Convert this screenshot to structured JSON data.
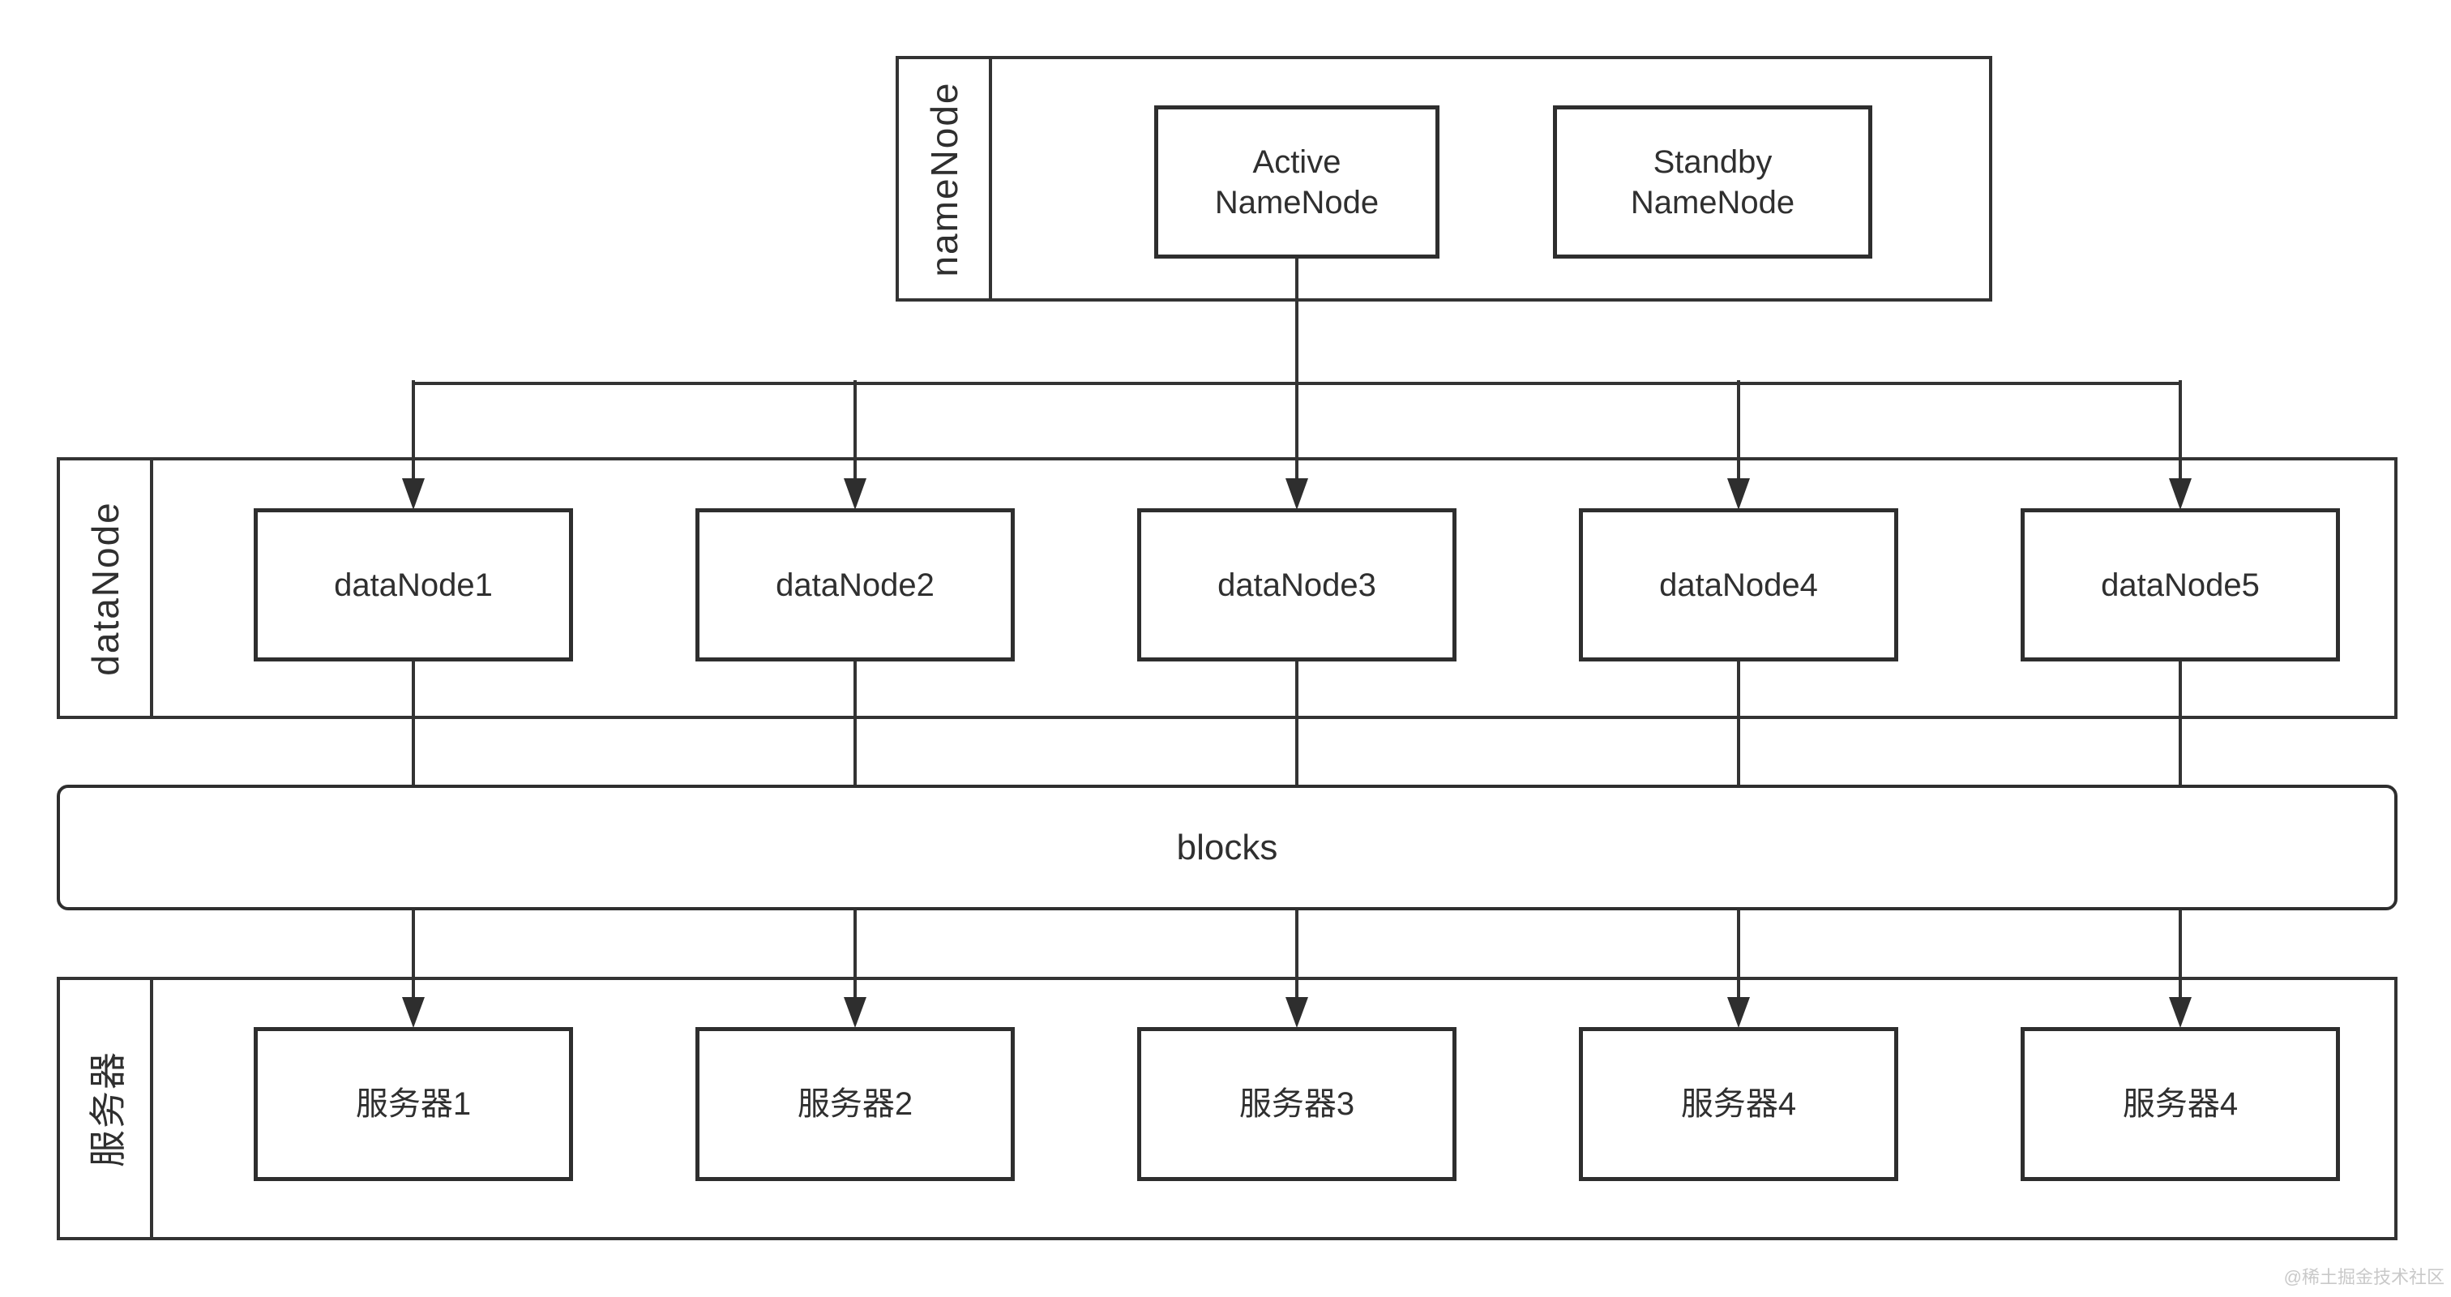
{
  "diagram": {
    "namenode_group": {
      "label": "nameNode",
      "nodes": [
        {
          "label": "Active\nNameNode"
        },
        {
          "label": "Standby\nNameNode"
        }
      ]
    },
    "datanode_group": {
      "label": "dataNode",
      "nodes": [
        {
          "label": "dataNode1"
        },
        {
          "label": "dataNode2"
        },
        {
          "label": "dataNode3"
        },
        {
          "label": "dataNode4"
        },
        {
          "label": "dataNode5"
        }
      ]
    },
    "blocks_bar": {
      "label": "blocks"
    },
    "server_group": {
      "label": "服务器",
      "nodes": [
        {
          "label": "服务器1"
        },
        {
          "label": "服务器2"
        },
        {
          "label": "服务器3"
        },
        {
          "label": "服务器4"
        },
        {
          "label": "服务器4"
        }
      ]
    },
    "watermark": "@稀土掘金技术社区",
    "colors": {
      "line": "#333333",
      "text": "#2f2f2f",
      "background": "#ffffff",
      "watermark": "#c9c9c9"
    }
  }
}
